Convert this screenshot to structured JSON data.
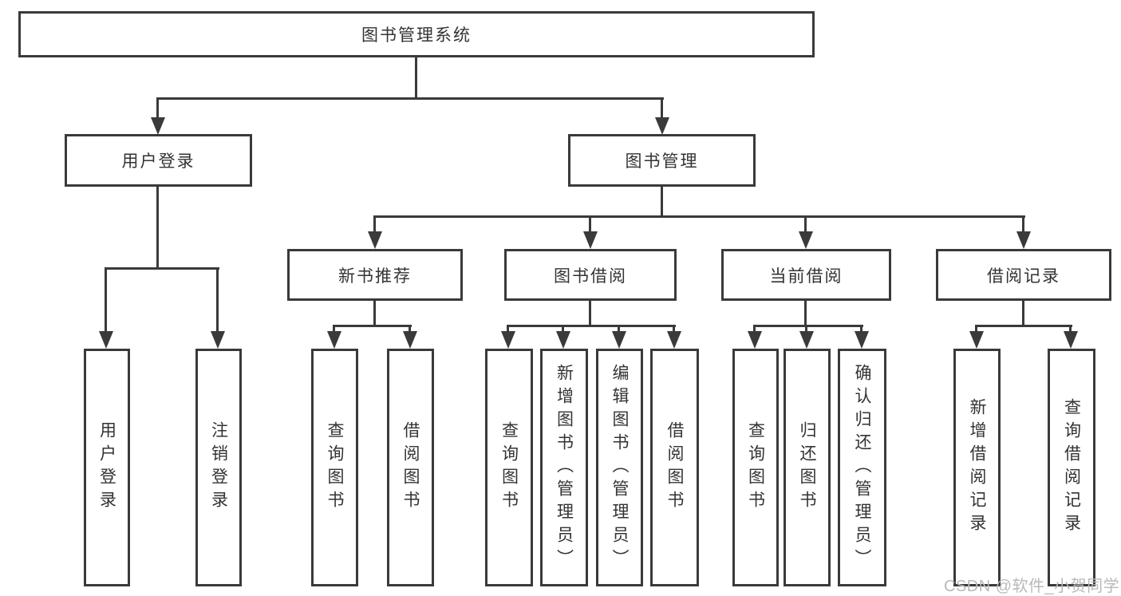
{
  "diagram": {
    "type": "tree",
    "colors": {
      "line": "#3a3a3a",
      "text": "#333333",
      "background": "#ffffff",
      "watermark": "#b9b9b9"
    },
    "watermark": {
      "text": "CSDN @软件_小贺同学"
    },
    "root": {
      "label": "图书管理系统",
      "children": [
        {
          "label": "用户登录",
          "children": [
            {
              "label": "用户登录"
            },
            {
              "label": "注销登录"
            }
          ]
        },
        {
          "label": "图书管理",
          "children": [
            {
              "label": "新书推荐",
              "children": [
                {
                  "label": "查询图书"
                },
                {
                  "label": "借阅图书"
                }
              ]
            },
            {
              "label": "图书借阅",
              "children": [
                {
                  "label": "查询图书"
                },
                {
                  "label": "新增图书（管理员）"
                },
                {
                  "label": "编辑图书（管理员）"
                },
                {
                  "label": "借阅图书"
                }
              ]
            },
            {
              "label": "当前借阅",
              "children": [
                {
                  "label": "查询图书"
                },
                {
                  "label": "归还图书"
                },
                {
                  "label": "确认归还（管理员）"
                }
              ]
            },
            {
              "label": "借阅记录",
              "children": [
                {
                  "label": "新增借阅记录"
                },
                {
                  "label": "查询借阅记录"
                }
              ]
            }
          ]
        }
      ]
    }
  }
}
